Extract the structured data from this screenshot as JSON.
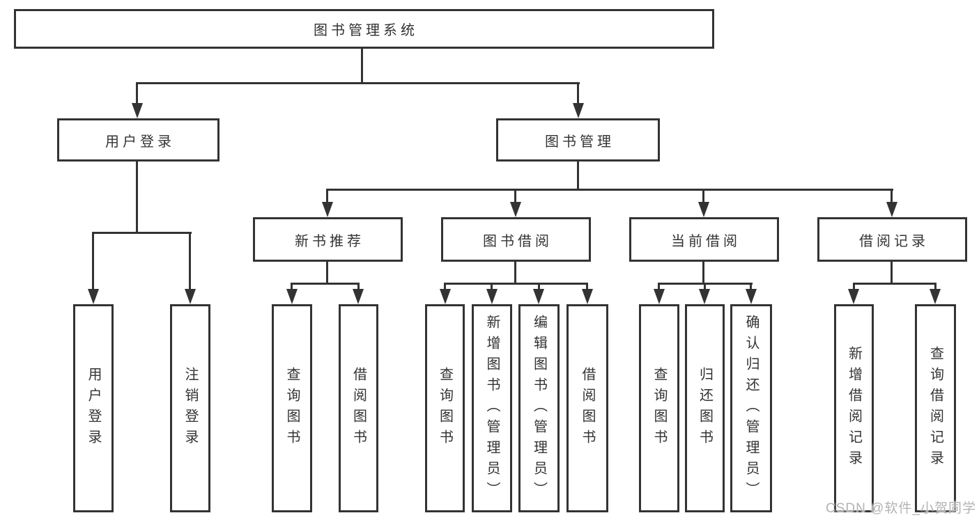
{
  "root": {
    "label": "图书管理系统"
  },
  "nodes": {
    "user_login": {
      "label": "用户登录"
    },
    "book_management": {
      "label": "图书管理"
    },
    "new_book_recommend": {
      "label": "新书推荐"
    },
    "book_borrow": {
      "label": "图书借阅"
    },
    "current_borrow": {
      "label": "当前借阅"
    },
    "borrow_record": {
      "label": "借阅记录"
    }
  },
  "leaves": {
    "login": "用户登录",
    "logout": "注销登录",
    "recommend_query": "查询图书",
    "recommend_borrow": "借阅图书",
    "borrow_query": "查询图书",
    "borrow_add": "新增图书（管理员）",
    "borrow_edit": "编辑图书（管理员）",
    "borrow_borrow": "借阅图书",
    "current_query": "查询图书",
    "current_return": "归还图书",
    "current_confirm": "确认归还（管理员）",
    "record_add": "新增借阅记录",
    "record_query": "查询借阅记录"
  },
  "watermark": {
    "text": "CSDN @软件_小贺同学"
  },
  "colors": {
    "line": "#333333",
    "text": "#333333",
    "background": "#ffffff",
    "watermark": "#b3b3b3"
  }
}
